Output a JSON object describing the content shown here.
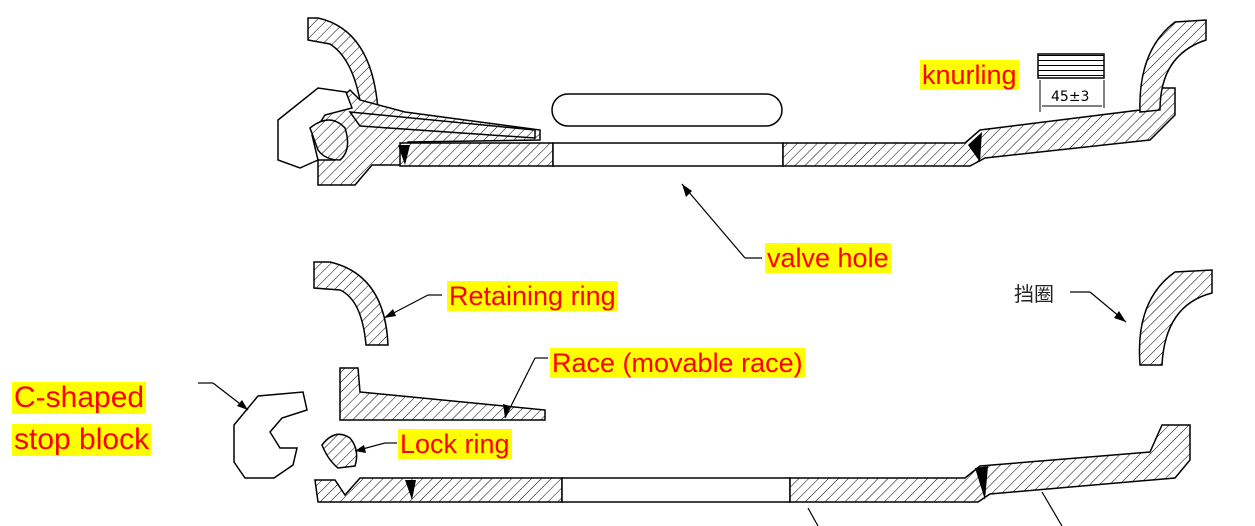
{
  "labels": {
    "knurling": "knurling",
    "dimension": "45±3",
    "valve_hole": "valve hole",
    "retaining_ring": "Retaining ring",
    "retaining_ring_cn": "挡圈",
    "race": "Race (movable race)",
    "c_block_line1": "C-shaped",
    "c_block_line2": "stop block",
    "lock_ring": "Lock ring"
  },
  "colors": {
    "label_bg": "#ffff00",
    "label_text": "#ff0000",
    "line": "#000000"
  }
}
